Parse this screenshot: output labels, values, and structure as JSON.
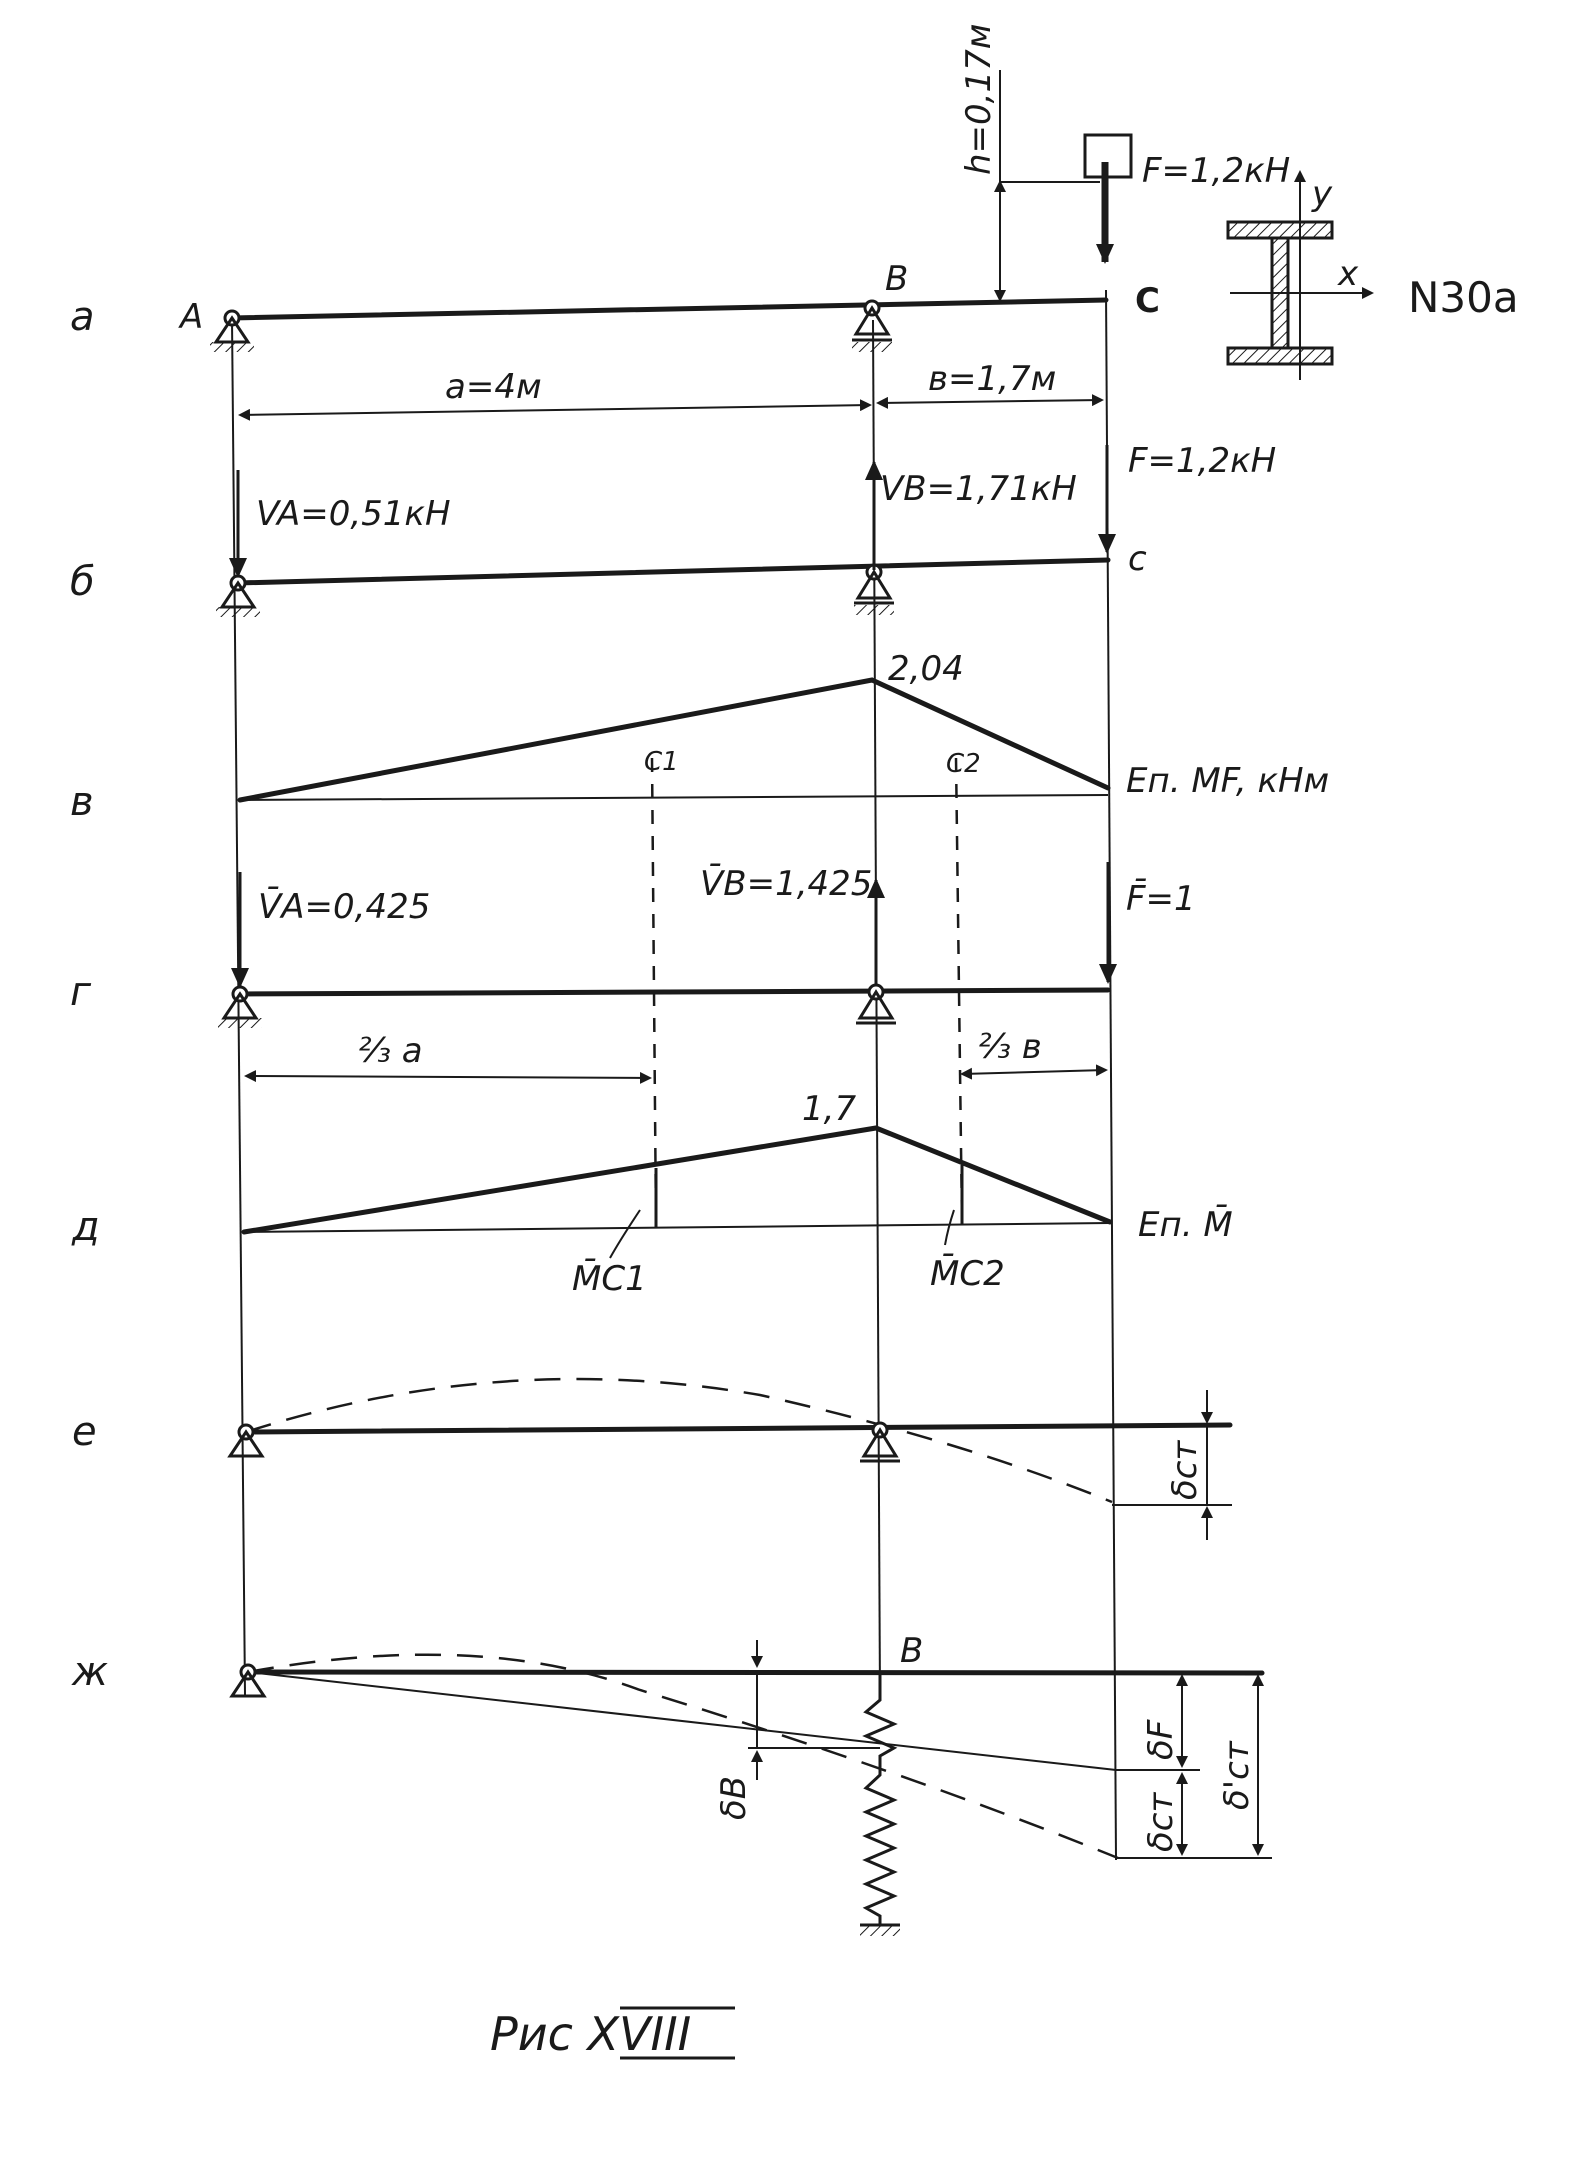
{
  "diagram": {
    "rows": [
      "а",
      "б",
      "в",
      "г",
      "д",
      "е",
      "ж"
    ],
    "points": {
      "A": "A",
      "B": "B",
      "C": "C",
      "B_spring": "B",
      "c_small": "c"
    },
    "loads": {
      "F_top": "F=1,2кН",
      "h": "h=0,17м",
      "F_row_b": "F=1,2кН",
      "VA": "VA=0,51кН",
      "VB": "VB=1,71кН",
      "VA_bar": "V̄A=0,425",
      "VB_bar": "V̄B=1,425",
      "F_bar": "F̄=1"
    },
    "dimensions": {
      "a": "a=4м",
      "b": "в=1,7м",
      "two_thirds_a": "⅔ a",
      "two_thirds_b": "⅔ в"
    },
    "section": {
      "label": "N30a",
      "y_axis": "y",
      "x_axis": "x"
    },
    "moment_diagram": {
      "peak": "2,04",
      "c1": "C1",
      "c2": "C2",
      "caption": "Еп. MF, кНм"
    },
    "unit_diagram": {
      "peak": "1,7",
      "mc1": "M̄C1",
      "mc2": "M̄C2",
      "caption": "Еп. M̄"
    },
    "deflections": {
      "delta_st": "δст",
      "delta_F": "δF",
      "delta_st2": "δст",
      "delta_st_total": "δ'ст",
      "delta_B": "δB"
    },
    "figure_caption": "Рис XVIII"
  }
}
